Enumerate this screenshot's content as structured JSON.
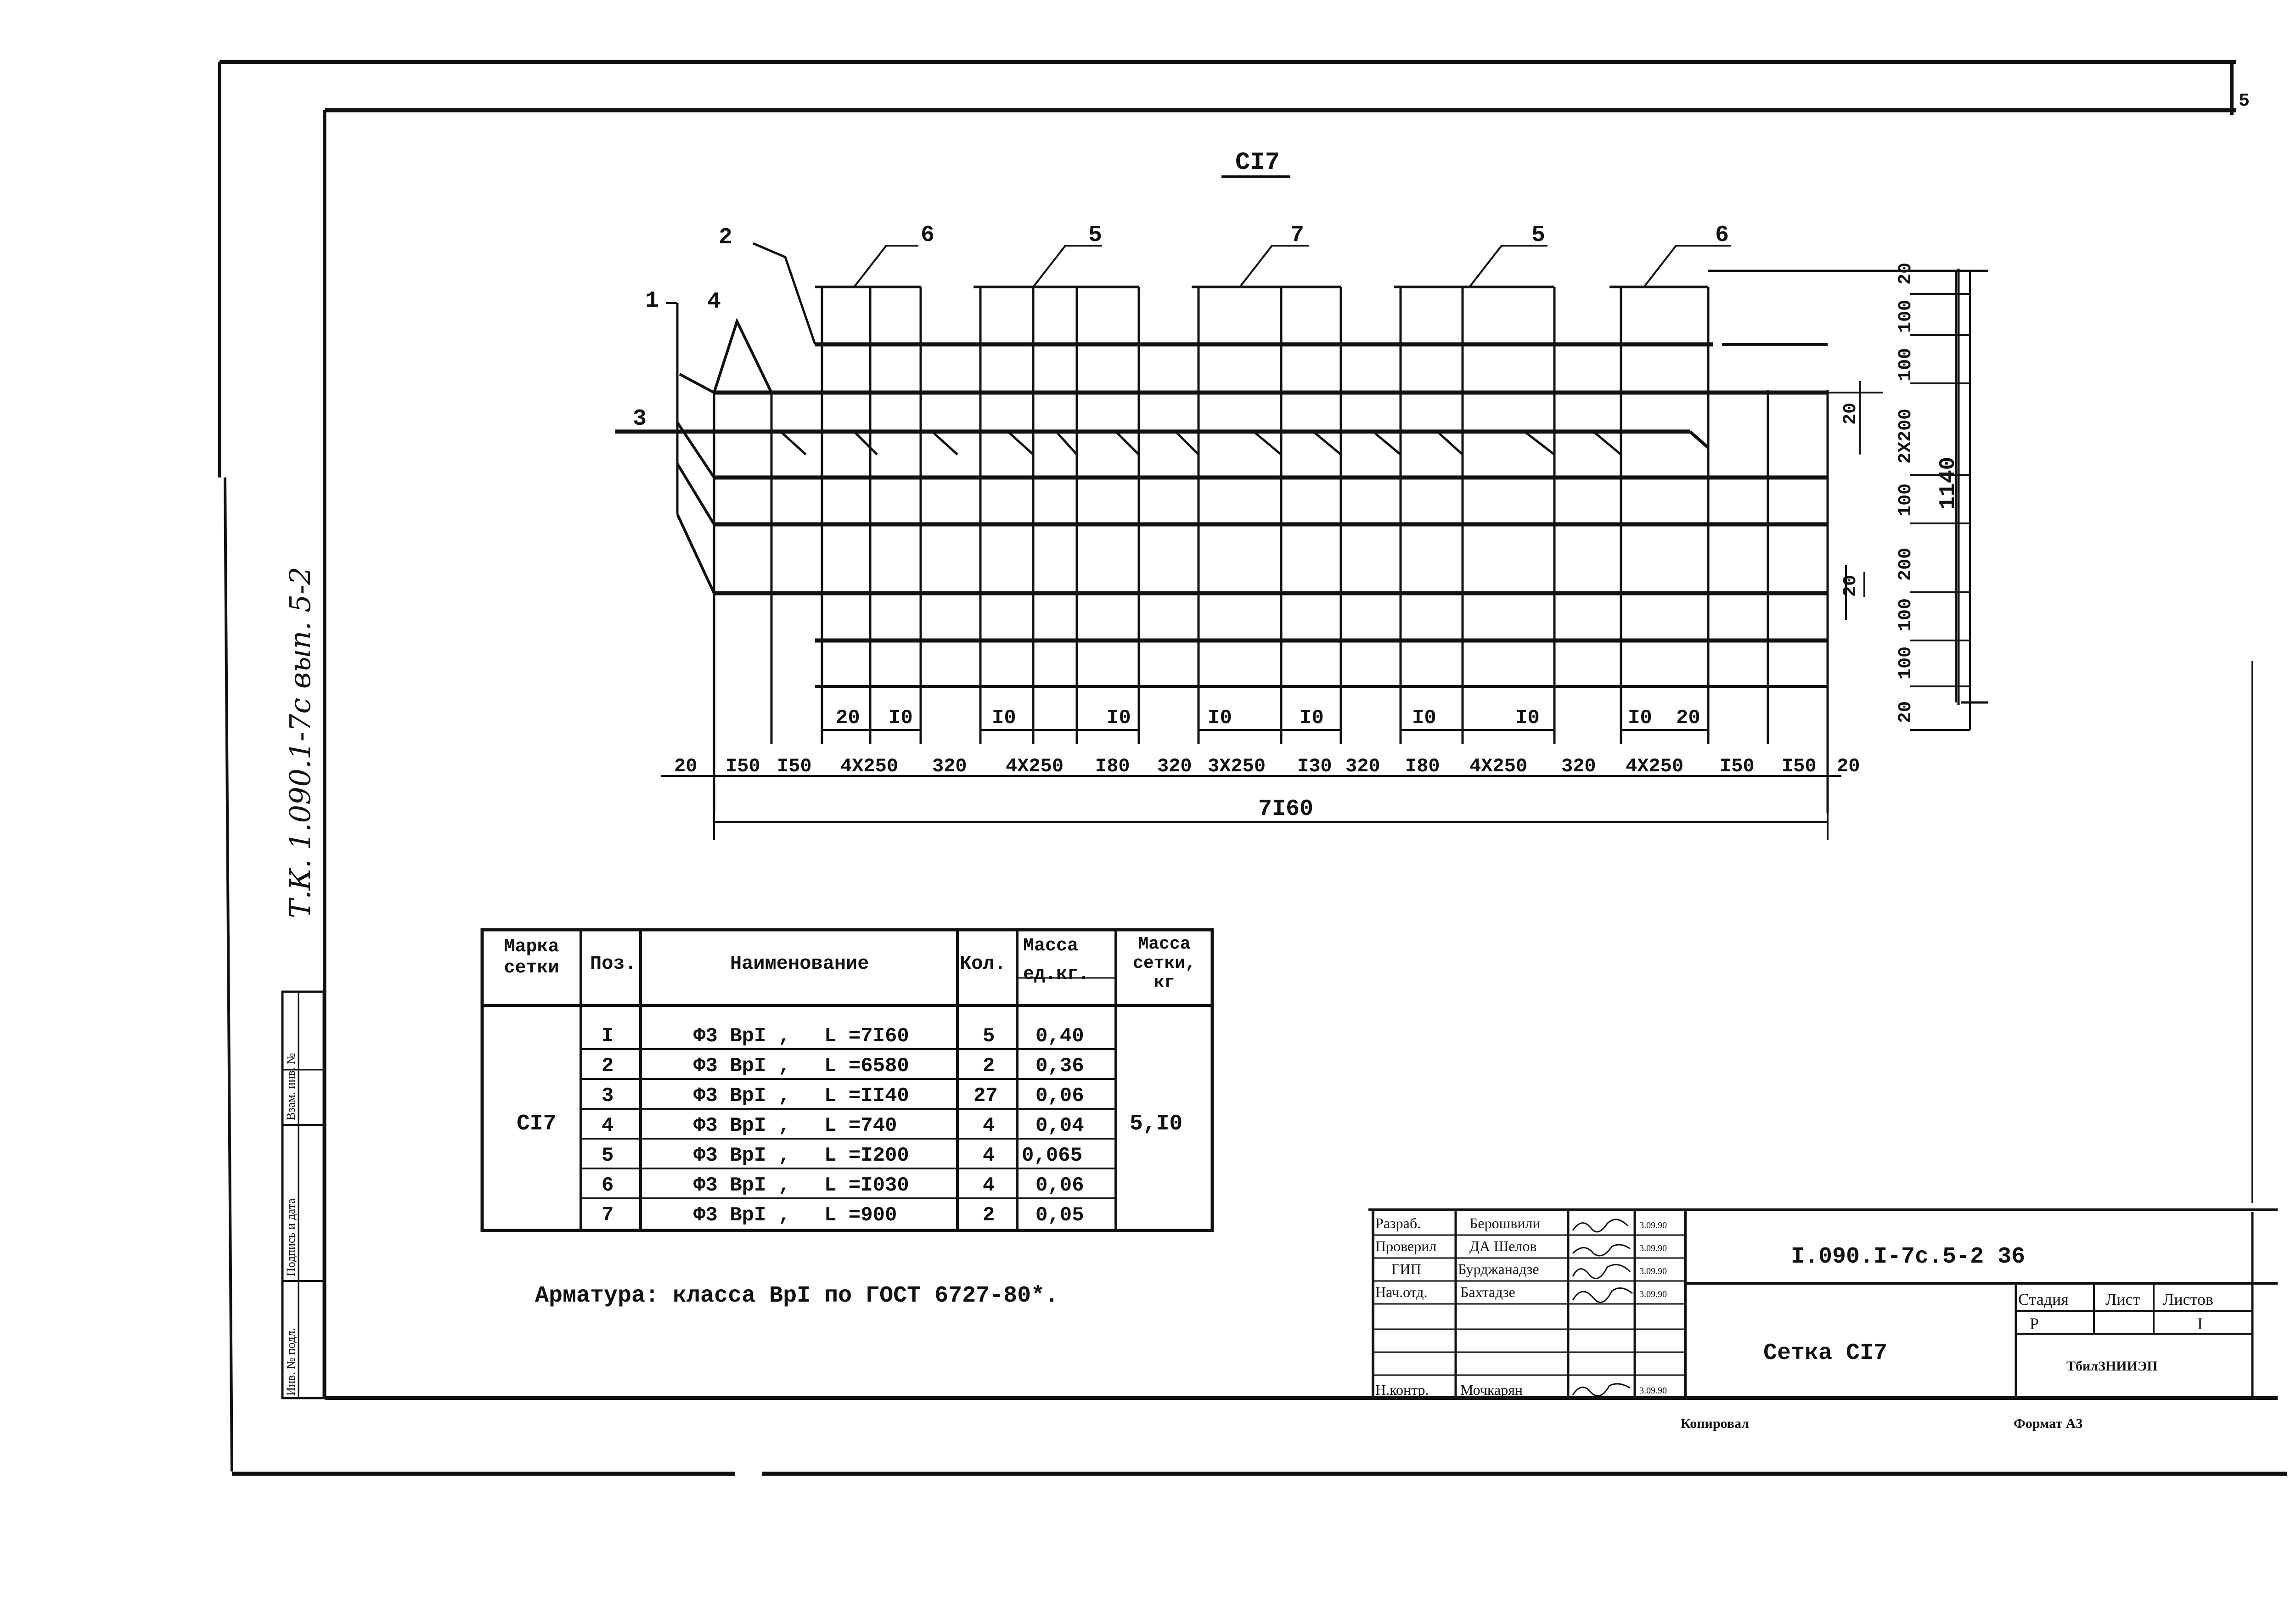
{
  "sheet": {
    "corner_number": "5",
    "side_stamp": "Т.К. 1.090.1-7с вып. 5-2",
    "margin_labels": [
      "Инв. № подл.",
      "Подпись и дата",
      "Взам. инв. №"
    ]
  },
  "drawing": {
    "title": "СI7",
    "position_markers": [
      "1",
      "2",
      "3",
      "4",
      "6",
      "5",
      "7",
      "5",
      "6"
    ],
    "right_dims": [
      "20",
      "100",
      "100",
      "20",
      "2X200",
      "100",
      "200",
      "20",
      "100",
      "100",
      "20"
    ],
    "total_height": "1140",
    "inner_dims": [
      "20",
      "I0",
      "I0",
      "I0",
      "I0",
      "I0",
      "I0",
      "I0",
      "I0",
      "20"
    ],
    "bottom_dims": [
      "20",
      "I50",
      "I50",
      "4X250",
      "320",
      "4X250",
      "I80",
      "320",
      "3X250",
      "I30",
      "320",
      "I80",
      "4X250",
      "320",
      "4X250",
      "I50",
      "I50",
      "20"
    ],
    "total_length": "7I60"
  },
  "spec_table": {
    "headers": {
      "mark": "Марка сетки",
      "pos": "Поз.",
      "name": "Наименование",
      "qty": "Кол.",
      "unit_mass": "Масса ед.кг.",
      "net_mass": "Масса сетки, кг"
    },
    "mark": "СI7",
    "net_mass": "5,I0",
    "rows": [
      {
        "pos": "I",
        "name": "Ф3 ВрI ,",
        "length": "L =7I60",
        "qty": "5",
        "mass": "0,40"
      },
      {
        "pos": "2",
        "name": "Ф3 ВрI ,",
        "length": "L =6580",
        "qty": "2",
        "mass": "0,36"
      },
      {
        "pos": "3",
        "name": "Ф3 ВрI ,",
        "length": "L =II40",
        "qty": "27",
        "mass": "0,06"
      },
      {
        "pos": "4",
        "name": "Ф3 ВрI ,",
        "length": "L =740",
        "qty": "4",
        "mass": "0,04"
      },
      {
        "pos": "5",
        "name": "Ф3 ВрI ,",
        "length": "L =I200",
        "qty": "4",
        "mass": "0,065"
      },
      {
        "pos": "6",
        "name": "Ф3 ВрI ,",
        "length": "L =I030",
        "qty": "4",
        "mass": "0,06"
      },
      {
        "pos": "7",
        "name": "Ф3 ВрI ,",
        "length": "L =900",
        "qty": "2",
        "mass": "0,05"
      }
    ]
  },
  "note": "Арматура:  класса ВрI по ГОСТ 6727-80*.",
  "title_block": {
    "roles": [
      "Разраб.",
      "Проверил",
      "ГИП",
      "Нач.отд.",
      "",
      "",
      "Н.контр."
    ],
    "names": [
      "Берошвили",
      "ДА Шелов",
      "Бурджанадзе",
      "Бахтадзе",
      "",
      "",
      "Мочкарян"
    ],
    "dates": [
      "3.09.90",
      "3.09.90",
      "3.09.90",
      "3.09.90",
      "",
      "",
      "3.09.90"
    ],
    "code": "I.090.I-7с.5-2 36",
    "title": "Сетка  СI7",
    "stage_label": "Стадия",
    "sheet_label": "Лист",
    "sheets_label": "Листов",
    "stage": "Р",
    "sheet": "",
    "sheets": "I",
    "org": "ТбилЗНИИЭП",
    "copied": "Копировал",
    "format": "Формат А3"
  }
}
